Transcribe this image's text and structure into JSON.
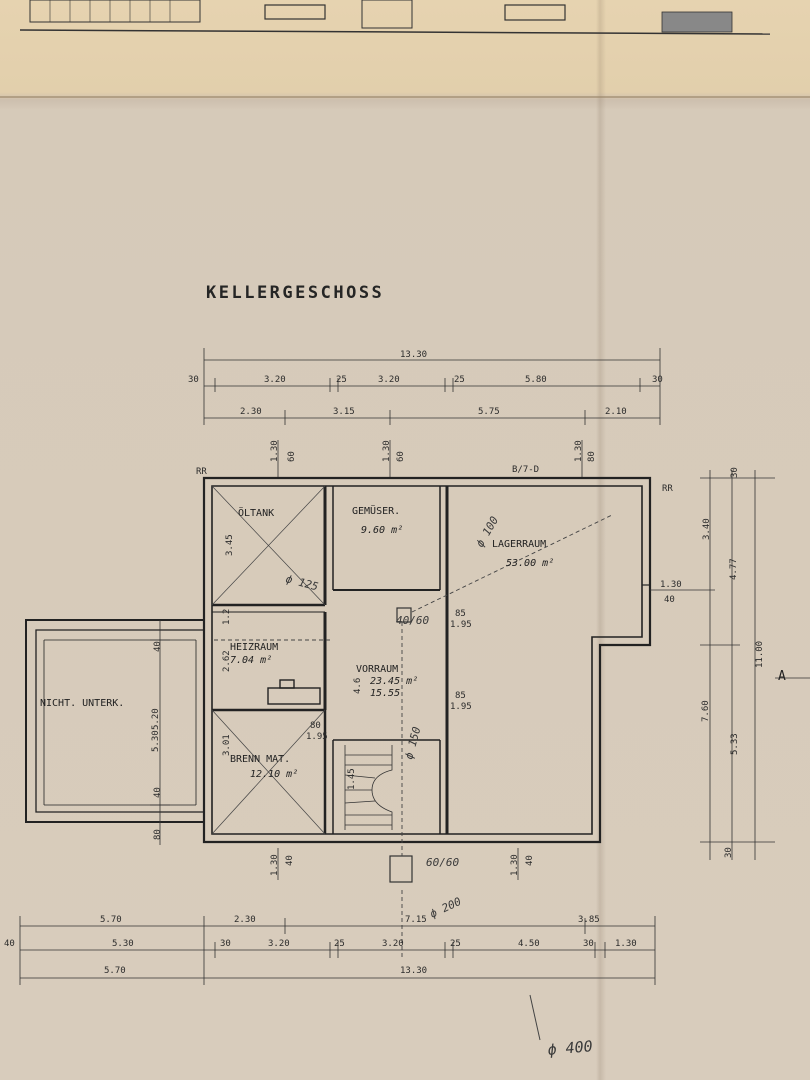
{
  "title": "KELLERGESCHOSS",
  "rooms": {
    "oeltank": {
      "name": "ÖLTANK"
    },
    "gemueser": {
      "name": "GEMÜSER.",
      "area": "9.60 m²"
    },
    "lagerraum": {
      "name": "LAGERRAUM",
      "area": "53.00 m²"
    },
    "heizraum": {
      "name": "HEIZRAUM",
      "area": "7.04 m²"
    },
    "vorraum": {
      "name": "VORRAUM",
      "area": "23.45 m²",
      "perimeter": "15.55"
    },
    "brennmat": {
      "name": "BRENN MAT.",
      "area": "12.10 m²"
    },
    "nicht_unterk": {
      "name": "NICHT. UNTERK."
    }
  },
  "dimensions": {
    "top_total": "13.30",
    "top_row1": [
      "30",
      "3.20",
      "25",
      "3.20",
      "25",
      "5.80",
      "30"
    ],
    "top_row2": [
      "2.30",
      "3.15",
      "5.75",
      "2.10"
    ],
    "top_openings": [
      "1.30",
      "60",
      "1.30",
      "60",
      "1.30",
      "80"
    ],
    "bottom_row1": [
      "5.70",
      "2.30",
      "7.15",
      "3.85"
    ],
    "bottom_row2": [
      "40",
      "5.30",
      "30",
      "3.20",
      "25",
      "3.20",
      "25",
      "4.50",
      "30",
      "1.30"
    ],
    "bottom_row3": [
      "5.70",
      "13.30"
    ],
    "bottom_openings": [
      "1.30",
      "40",
      "1.30",
      "40"
    ],
    "right": [
      "30",
      "3.40",
      "4.77",
      "11.00",
      "7.60",
      "5.33",
      "30",
      "1.30",
      "40"
    ],
    "left": [
      "40",
      "5.20",
      "5.30",
      "40",
      "80"
    ],
    "inner": [
      "3.45",
      "1.2",
      "2.62",
      "3.01",
      "85",
      "1.95",
      "85",
      "1.95",
      "80",
      "1.95",
      "4.6",
      "40/60",
      "60/60",
      "1.45"
    ]
  },
  "annotations": {
    "pipe_200": "ϕ 200",
    "pipe_400": "ϕ 400",
    "pipe_100": "ϕ 100",
    "pipe_150": "ϕ 150",
    "pipe_125": "ϕ 125",
    "section_marker": "A",
    "rr": "RR",
    "ok": "B/7-D"
  }
}
